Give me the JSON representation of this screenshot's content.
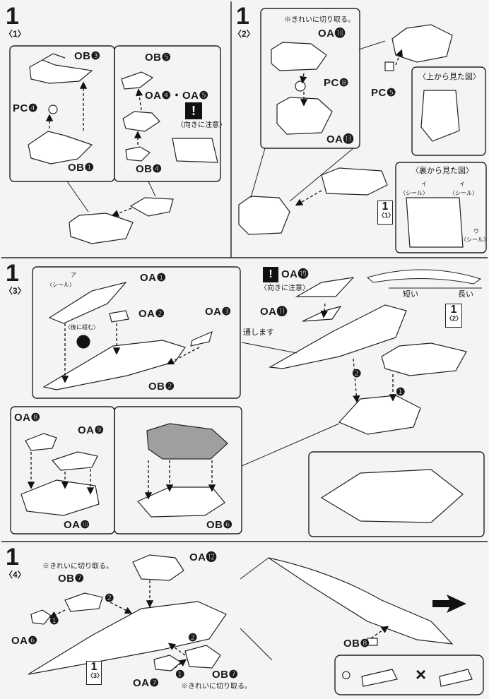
{
  "panel1": {
    "step": "1",
    "sub": "〈1〉",
    "labels": [
      "OB❸",
      "PC❹",
      "OB❶",
      "OB❺",
      "OA❹・OA❺",
      "OB❹"
    ],
    "caution_note": "〈向きに注意〉"
  },
  "panel2": {
    "step": "1",
    "sub": "〈2〉",
    "note_clean_cut": "※きれいに切り取る。",
    "labels": [
      "OA⓲",
      "PC❽",
      "OA⓭",
      "PC❺"
    ],
    "view_from_top": "〈上から見た図〉",
    "view_from_back": "〈裏から見た図〉",
    "seal_items": [
      {
        "mark": "イ",
        "text": "〈シール〉"
      },
      {
        "mark": "イ",
        "text": "〈シール〉"
      },
      {
        "mark": "ウ",
        "text": "〈シール〉"
      }
    ],
    "ref": {
      "n": "1",
      "s": "〈1〉"
    }
  },
  "panel3": {
    "step": "1",
    "sub": "〈3〉",
    "seal_a": {
      "mark": "ア",
      "text": "〈シール〉"
    },
    "labels": [
      "OA❶",
      "OA❷",
      "OA❸",
      "OB❷",
      "OA⓳",
      "OA⓫",
      "OA❽",
      "OA❾",
      "OA❿",
      "OB❻"
    ],
    "back_note": "〈後に組む〉",
    "pass_note": "通します",
    "caution_note": "〈向きに注意〉",
    "short": "短い",
    "long": "長い",
    "ref": {
      "n": "1",
      "s": "〈2〉"
    },
    "order": [
      "❷",
      "❶"
    ]
  },
  "panel4": {
    "step": "1",
    "sub": "〈4〉",
    "note_clean_cut_1": "※きれいに切り取る。",
    "note_clean_cut_2": "※きれいに切り取る。",
    "labels": [
      "OB❼",
      "OA⓬",
      "OA❻",
      "OA❼",
      "OB❼",
      "OB❽"
    ],
    "ref": {
      "n": "1",
      "s": "〈3〉"
    },
    "order": [
      "❷",
      "❶",
      "❷",
      "❶"
    ],
    "ok_mark": "○",
    "ng_mark": "×"
  }
}
